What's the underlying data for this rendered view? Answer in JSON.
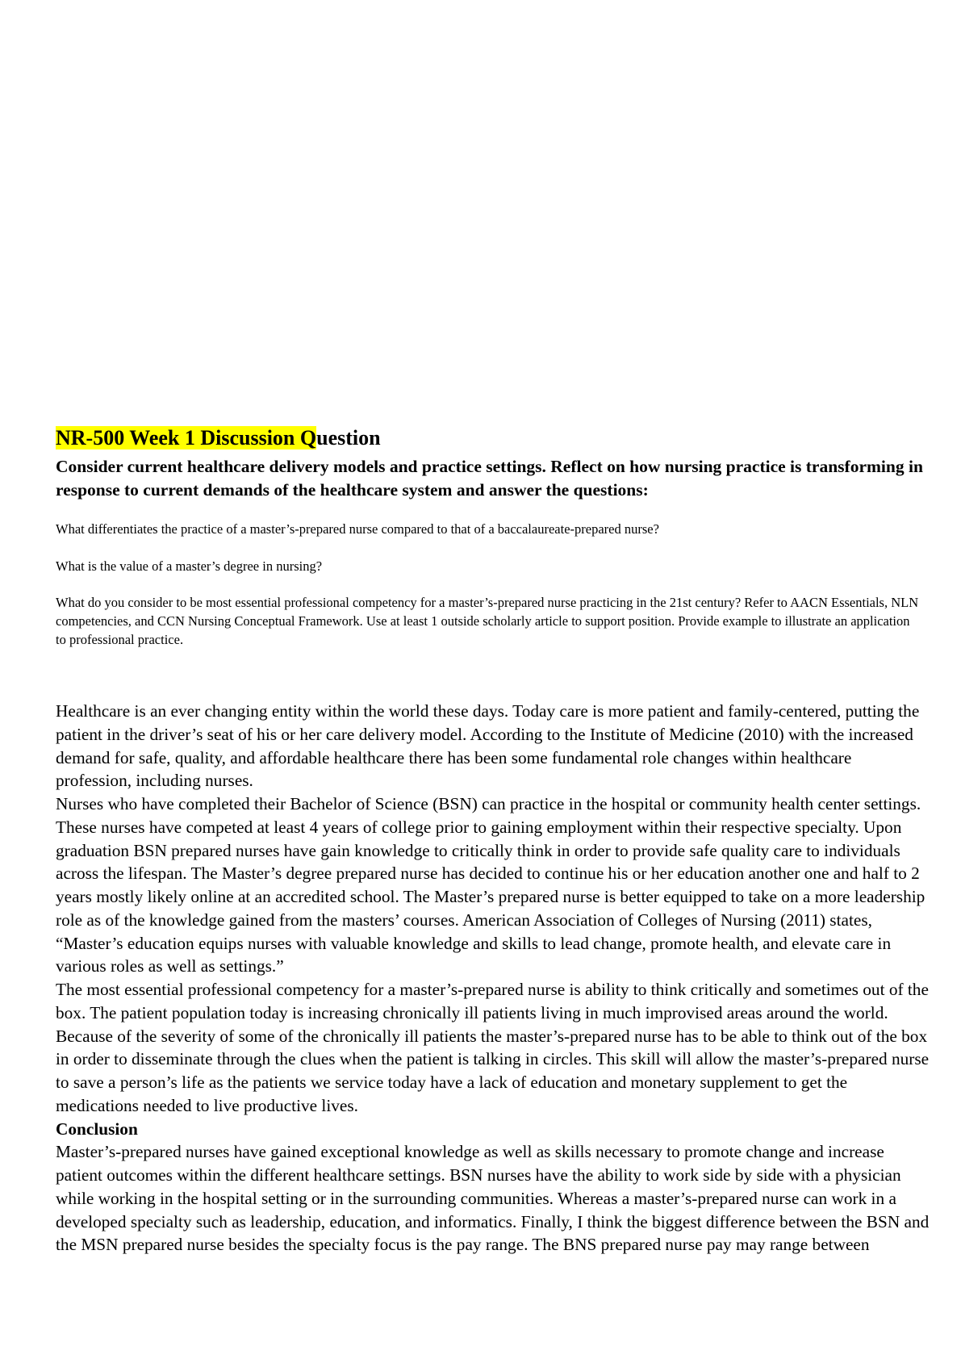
{
  "document": {
    "title_highlighted": "NR-500 Week 1 Discussion Q",
    "title_rest": "uestion",
    "intro": "Consider current healthcare delivery models and practice settings. Reflect on how nursing practice is transforming in response to current demands of the healthcare system and answer the questions:",
    "questions": [
      "What differentiates the practice of a master’s-prepared nurse compared to that of a baccalaureate-prepared nurse?",
      "What is the value of a master’s degree in nursing?",
      "What do you consider to be most essential professional competency for a master’s-prepared nurse practicing in the 21st century? Refer to AACN Essentials, NLN competencies, and CCN Nursing Conceptual Framework. Use at least 1 outside scholarly article to support position. Provide example to illustrate an application to professional practice."
    ],
    "paragraphs": [
      "Healthcare is an ever changing entity within the world these days. Today care is more patient and family-centered, putting the patient in the driver’s seat of his or her care delivery model. According to the Institute of Medicine (2010) with the increased demand for safe, quality, and affordable healthcare there has been some fundamental role changes within healthcare profession, including nurses.",
      "Nurses who have completed their Bachelor of Science (BSN) can practice in the hospital or community health center settings. These nurses have competed at least 4 years of college prior to gaining employment within their respective specialty. Upon graduation BSN prepared nurses have gain knowledge to critically think in order to provide safe quality care to individuals across the lifespan. The Master’s degree prepared nurse has decided to continue his or her education another one and half to 2 years mostly likely online at an accredited school. The Master’s prepared nurse is better equipped to take on a more leadership role as of the knowledge gained from the masters’ courses. American Association of Colleges of Nursing (2011) states, “Master’s education equips nurses with valuable knowledge and skills to lead change, promote health, and elevate care in various roles as well as settings.”",
      "The most essential professional competency for a master’s-prepared nurse is ability to think critically and sometimes out of the box. The patient population today is increasing chronically ill patients living in much improvised areas around the world. Because of the severity of some of the chronically ill patients the master’s-prepared nurse has to be able to think out of the box in order to disseminate through the clues when the patient is talking in circles. This skill will allow the master’s-prepared nurse to save a person’s life as the patients we service today have a lack of education and monetary supplement to get the medications needed to live productive lives."
    ],
    "conclusion_heading": "Conclusion",
    "conclusion": "Master’s-prepared nurses have gained exceptional knowledge as well as skills necessary to promote change and increase patient outcomes within the different healthcare settings. BSN nurses have the ability to work side by side with a physician while working in the hospital setting or in the surrounding communities. Whereas a master’s-prepared nurse can work in a developed specialty such as leadership, education, and informatics. Finally, I think the biggest difference between the BSN and the MSN prepared nurse besides the specialty focus is the pay range. The BNS prepared nurse pay may range between",
    "highlight_color": "#ffff00"
  }
}
